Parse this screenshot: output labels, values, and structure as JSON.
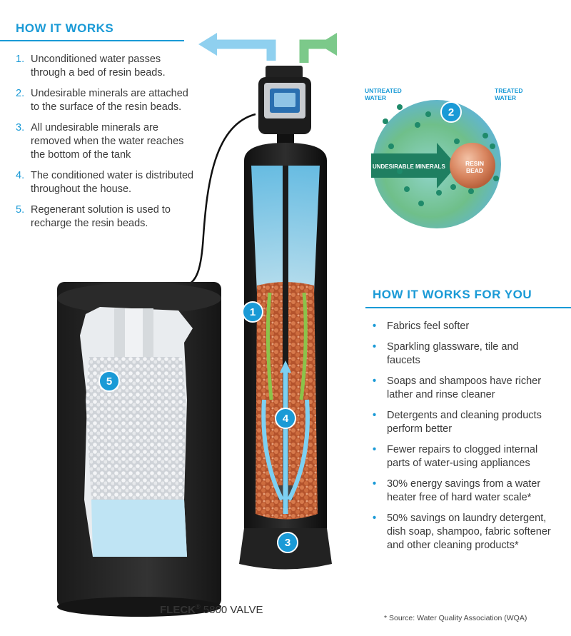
{
  "how_it_works": {
    "title": "HOW IT WORKS",
    "steps": [
      {
        "num": "1.",
        "text": "Unconditioned water passes through a bed of resin beads."
      },
      {
        "num": "2.",
        "text": "Undesirable minerals are attached to the surface of the resin beads."
      },
      {
        "num": "3.",
        "text": "All undesirable minerals are removed when the water reaches the bottom of the tank"
      },
      {
        "num": "4.",
        "text": "The conditioned water is distributed throughout the house."
      },
      {
        "num": "5.",
        "text": "Regenerant solution is used to recharge the resin beads."
      }
    ]
  },
  "inset": {
    "untreated": "UNTREATED WATER",
    "treated": "TREATED WATER",
    "minerals": "UNDESIRABLE MINERALS",
    "resin": "RESIN BEAD",
    "badge": "2"
  },
  "badges": {
    "b1": "1",
    "b3": "3",
    "b4": "4",
    "b5": "5"
  },
  "benefits": {
    "title": "HOW IT WORKS FOR YOU",
    "items": [
      "Fabrics feel softer",
      "Sparkling glassware, tile and faucets",
      "Soaps and shampoos have richer lather and rinse cleaner",
      "Detergents and cleaning products perform better",
      "Fewer repairs to clogged internal parts of water-using appliances",
      "30% energy savings from a water heater free of hard water scale*",
      "50% savings on laundry detergent, dish soap, shampoo, fabric softener and other cleaning products*"
    ]
  },
  "caption": {
    "brand": "FLECK",
    "reg": "®",
    "model": " 5800 VALVE"
  },
  "source_note": "* Source: Water Quality Association (WQA)",
  "colors": {
    "accent": "#1a9ad6",
    "arrow_out": "#8fd0ef",
    "arrow_in": "#7cc98a",
    "resin": "#c8683b"
  }
}
